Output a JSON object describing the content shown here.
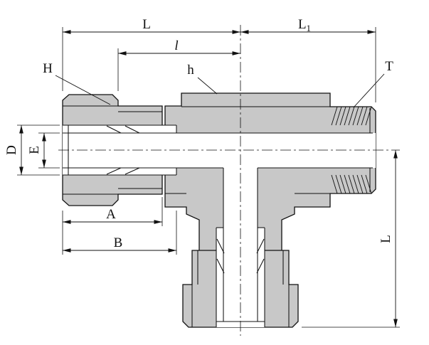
{
  "drawing": {
    "type": "engineering-cross-section",
    "subject": "tee-compression-tube-fitting",
    "labels": {
      "L_top": "L",
      "L1_base": "L",
      "L1_sub": "1",
      "l_mid": "l",
      "H": "H",
      "h": "h",
      "T": "T",
      "D": "D",
      "E": "E",
      "A": "A",
      "B": "B",
      "L_right": "L"
    },
    "colors": {
      "line": "#111111",
      "metal_fill": "#c8c8c8",
      "bore_fill": "#ffffff",
      "background": "#ffffff"
    }
  }
}
